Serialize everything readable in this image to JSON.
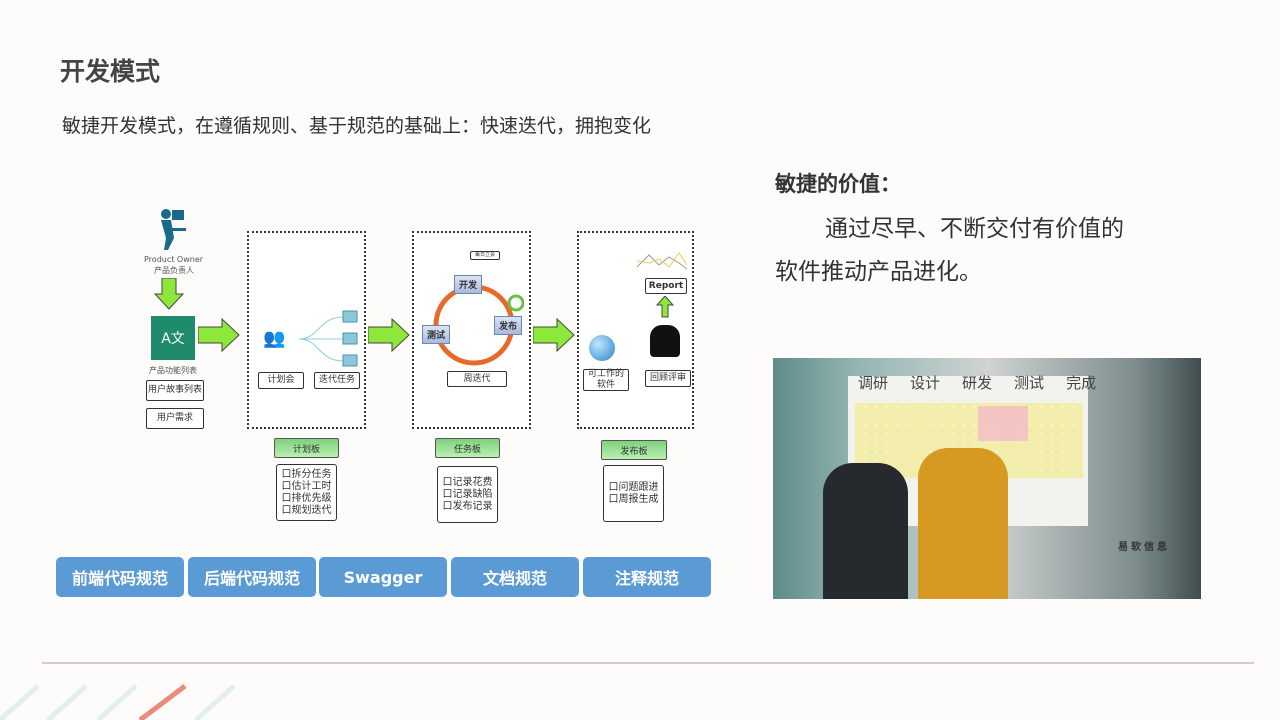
{
  "title": "开发模式",
  "subtitle": "敏捷开发模式，在遵循规则、基于规范的基础上：快速迭代，拥抱变化",
  "value": {
    "heading": "敏捷的价值：",
    "body": "通过尽早、不断交付有价值的软件推动产品进化。"
  },
  "diagram": {
    "po_en": "Product Owner",
    "po_cn": "产品负责人",
    "feature_list": "产品功能列表",
    "story_list": "用户故事列表",
    "requirements": "用户需求",
    "plan_meeting": "计划会",
    "iter_tasks": "迭代任务",
    "plan_board": "计划板",
    "plan_items": [
      "口拆分任务",
      "口估计工时",
      "口排优先级",
      "口规划迭代"
    ],
    "daily": "每日立会",
    "dev": "开发",
    "test": "测试",
    "release": "发布",
    "weekly": "周迭代",
    "task_board": "任务板",
    "task_items": [
      "口记录花费",
      "口记录缺陷",
      "口发布记录"
    ],
    "report": "Report",
    "working_software": "可工作的软件",
    "review": "回顾评审",
    "release_board": "发布板",
    "release_items": [
      "口问题跟进",
      "口周报生成"
    ]
  },
  "buttons": [
    "前端代码规范",
    "后端代码规范",
    "Swagger",
    "文档规范",
    "注释规范"
  ],
  "photo": {
    "stages": [
      "调研",
      "设计",
      "研发",
      "测试",
      "完成"
    ],
    "company": "易软信息"
  },
  "colors": {
    "button": "#5b9bd5",
    "arrow": "#8ee83b",
    "cycle": "#e8692a"
  }
}
